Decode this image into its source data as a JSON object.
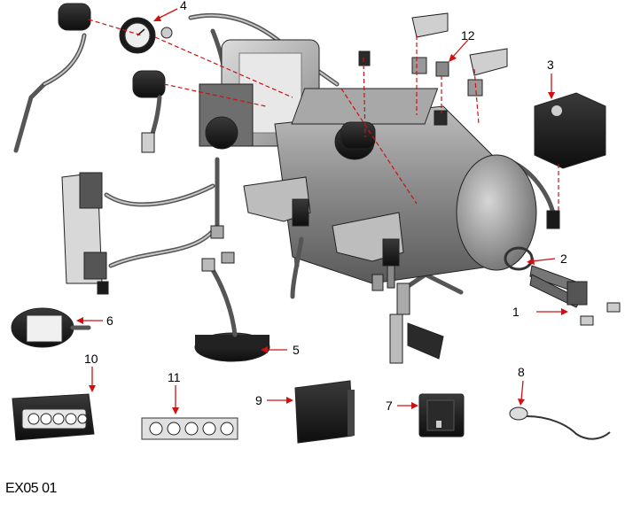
{
  "diagram": {
    "reference_code": "EX05 01",
    "callouts": [
      {
        "label": "1"
      },
      {
        "label": "2"
      },
      {
        "label": "3"
      },
      {
        "label": "4"
      },
      {
        "label": "5"
      },
      {
        "label": "6"
      },
      {
        "label": "7"
      },
      {
        "label": "8"
      },
      {
        "label": "9"
      },
      {
        "label": "10"
      },
      {
        "label": "11"
      },
      {
        "label": "12"
      }
    ],
    "colors": {
      "callout": "#d01010",
      "metal_dark": "#555555",
      "metal_light": "#cccccc",
      "black_part": "#1a1a1a"
    }
  }
}
